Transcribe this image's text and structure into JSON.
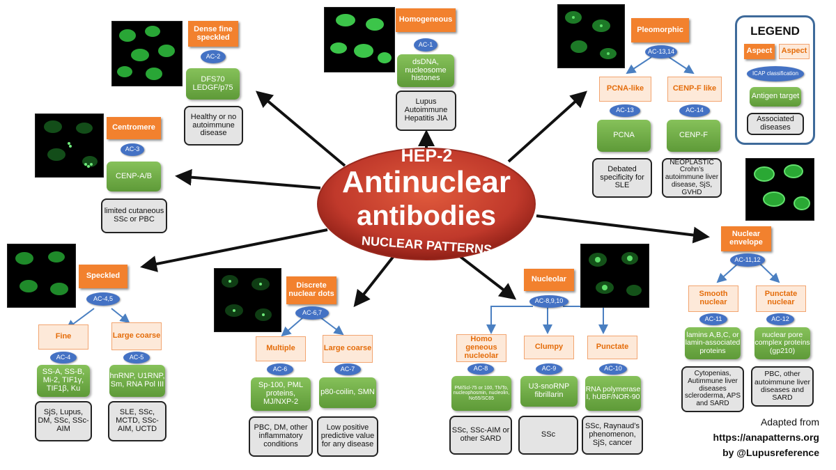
{
  "center": {
    "line1": "HEP-2",
    "line2": "Antinuclear",
    "line3": "antibodies",
    "line4": "NUCLEAR PATTERNS"
  },
  "legend": {
    "title": "LEGEND",
    "aspect_a": "Aspect",
    "aspect_b": "Aspect",
    "icap": "ICAP classification",
    "antigen": "Antigen target",
    "disease": "Associated diseases"
  },
  "patterns": {
    "dense_fine_speckled": {
      "aspect": "Dense fine speckled",
      "icap": "AC-2",
      "antigen": "DFS70 LEDGF/p75",
      "disease": "Healthy or no autoimmune disease"
    },
    "homogeneous": {
      "aspect": "Homogeneous",
      "icap": "AC-1",
      "antigen": "dsDNA, nucleosome histones",
      "disease": "Lupus Autoimmune Hepatitis JIA"
    },
    "pleomorphic": {
      "aspect": "Pleomorphic",
      "icap": "AC-13,14",
      "pcna_like": {
        "aspect": "PCNA-like",
        "icap": "AC-13",
        "antigen": "PCNA",
        "disease": "Debated specificity for SLE"
      },
      "cenpf_like": {
        "aspect": "CENP-F like",
        "icap": "AC-14",
        "antigen": "CENP-F",
        "disease": "NEOPLASTIC Crohn’s autoimmune liver disease, SjS, GVHD"
      }
    },
    "centromere": {
      "aspect": "Centromere",
      "icap": "AC-3",
      "antigen": "CENP-A/B",
      "disease": "limited cutaneous SSc or PBC"
    },
    "speckled": {
      "aspect": "Speckled",
      "icap": "AC-4,5",
      "fine": {
        "aspect": "Fine",
        "icap": "AC-4",
        "antigen": "SS-A, SS-B, Mi-2, TIF1γ, TIF1β, Ku",
        "disease": "SjS, Lupus, DM, SSc, SSc-AIM"
      },
      "large_coarse": {
        "aspect": "Large coarse",
        "icap": "AC-5",
        "antigen": "hnRNP, U1RNP, Sm, RNA Pol III",
        "disease": "SLE, SSc, MCTD, SSc-AIM, UCTD"
      }
    },
    "discrete_dots": {
      "aspect": "Discrete nuclear dots",
      "icap": "AC-6,7",
      "multiple": {
        "aspect": "Multiple",
        "icap": "AC-6",
        "antigen": "Sp-100, PML proteins, MJ/NXP-2",
        "disease": "PBC, DM, other inflammatory conditions"
      },
      "large_coarse": {
        "aspect": "Large coarse",
        "icap": "AC-7",
        "antigen": "p80-coilin, SMN",
        "disease": "Low positive predictive value for any disease"
      }
    },
    "nucleolar": {
      "aspect": "Nucleolar",
      "icap": "AC-8,9,10",
      "homogeneous": {
        "aspect": "Homo geneous nucleolar",
        "icap": "AC-8",
        "antigen": "PM/Scl-75 or 100, Th/To, nucleophosmin, nucleolin, No55/SC65",
        "disease": "SSc, SSc-AIM or other SARD"
      },
      "clumpy": {
        "aspect": "Clumpy",
        "icap": "AC-9",
        "antigen": "U3-snoRNP fibrillarin",
        "disease": "SSc"
      },
      "punctate": {
        "aspect": "Punctate",
        "icap": "AC-10",
        "antigen": "RNA polymerase I, hUBF/NOR-90",
        "disease": "SSc, Raynaud’s phenomenon, SjS, cancer"
      }
    },
    "nuclear_envelope": {
      "aspect": "Nuclear envelope",
      "icap": "AC-11,12",
      "smooth": {
        "aspect": "Smooth nuclear",
        "icap": "AC-11",
        "antigen": "lamins A,B,C, or lamin-associated proteins",
        "disease": "Cytopenias, Autimmune liver diseases scleroderma, APS and SARD"
      },
      "punctate": {
        "aspect": "Punctate nuclear",
        "icap": "AC-12",
        "antigen": "nuclear pore complex proteins (gp210)",
        "disease": "PBC, other autoimmune liver diseases and SARD"
      }
    }
  },
  "credit": {
    "line1": "Adapted from",
    "line2": "https://anapatterns.org",
    "line3": "by @Lupusreference"
  },
  "colors": {
    "aspect_orange": "#f2812e",
    "sub_aspect_bg": "#fde9d9",
    "icap_blue": "#4472c4",
    "antigen_green": "#70ad47",
    "disease_gray": "#e4e4e4",
    "hub_red": "#c0392b",
    "cell_green": "#3cc54a"
  }
}
